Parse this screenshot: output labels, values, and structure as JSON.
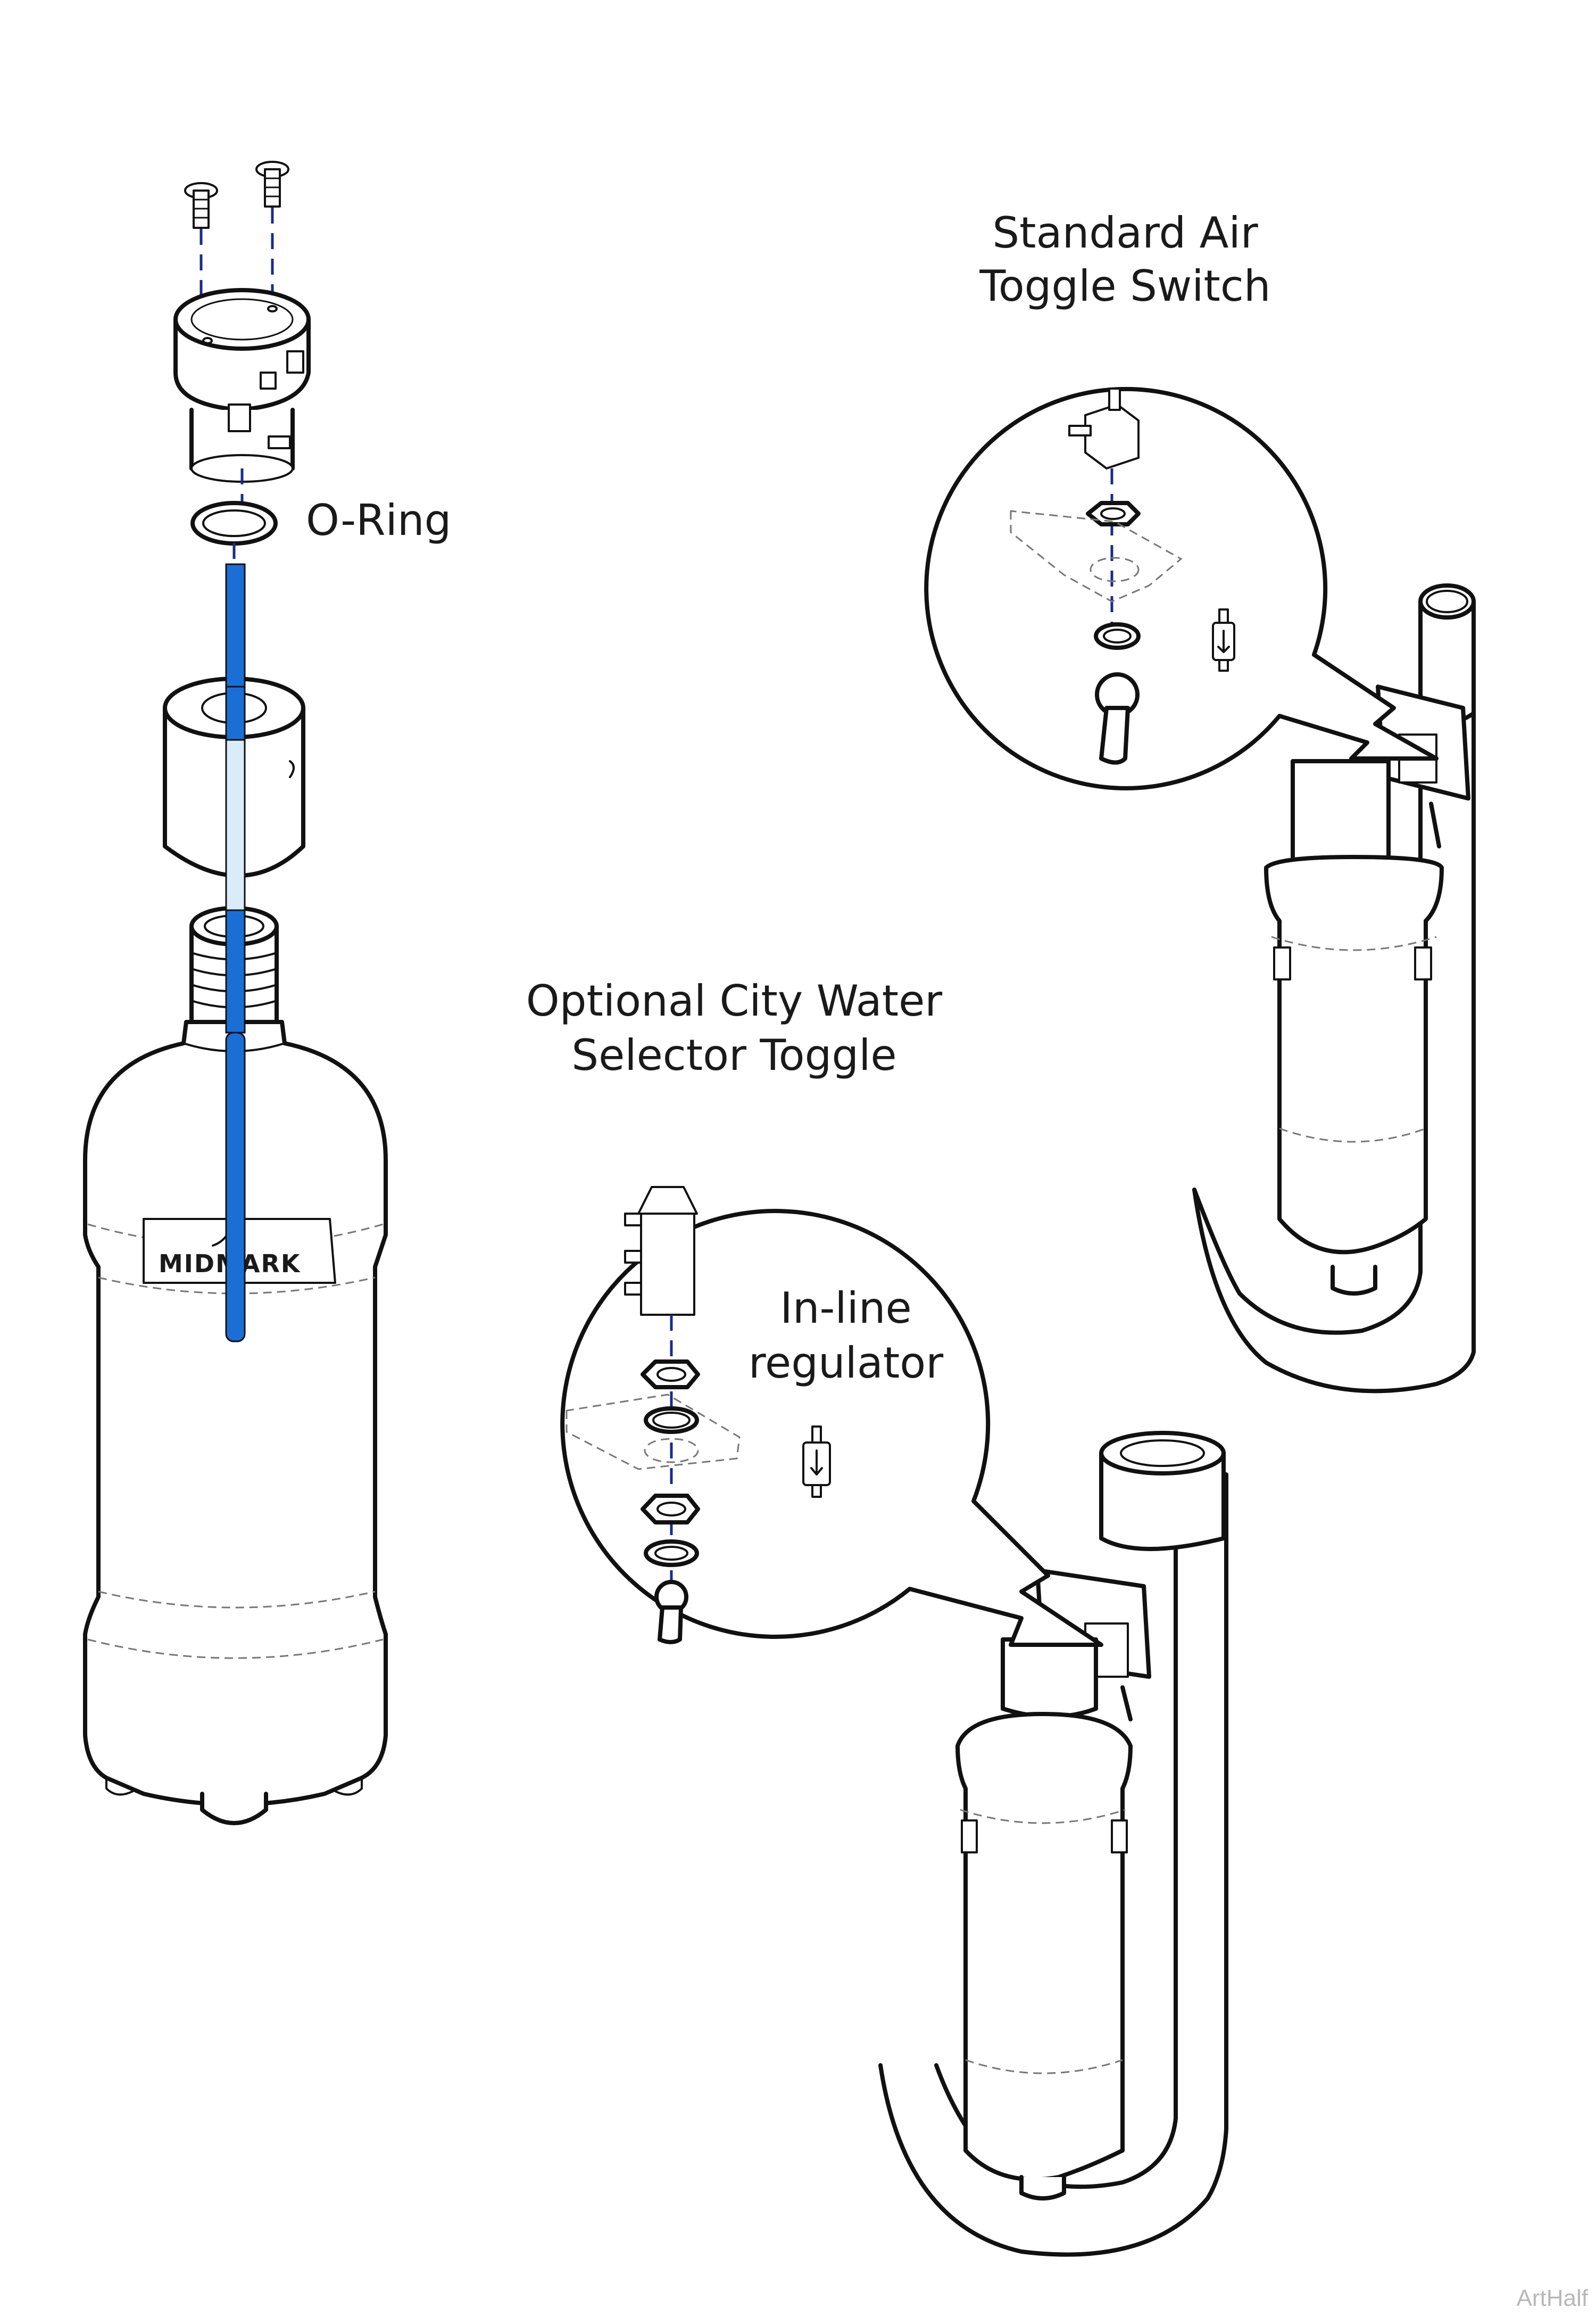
{
  "labels": {
    "o_ring": "O-Ring",
    "standard_air_line1": "Standard Air",
    "standard_air_line2": "Toggle Switch",
    "optional_city_line1": "Optional City Water",
    "optional_city_line2": "Selector Toggle",
    "inline_line1": "In-line",
    "inline_line2": "regulator",
    "brand": "MIDMARK",
    "corner": "ArtHalf"
  },
  "colors": {
    "pickup_tube": "#1a6fd6",
    "pickup_tube_light": "#d8ecfa",
    "leader_dash": "#1a2b8a",
    "ink": "#111111"
  }
}
